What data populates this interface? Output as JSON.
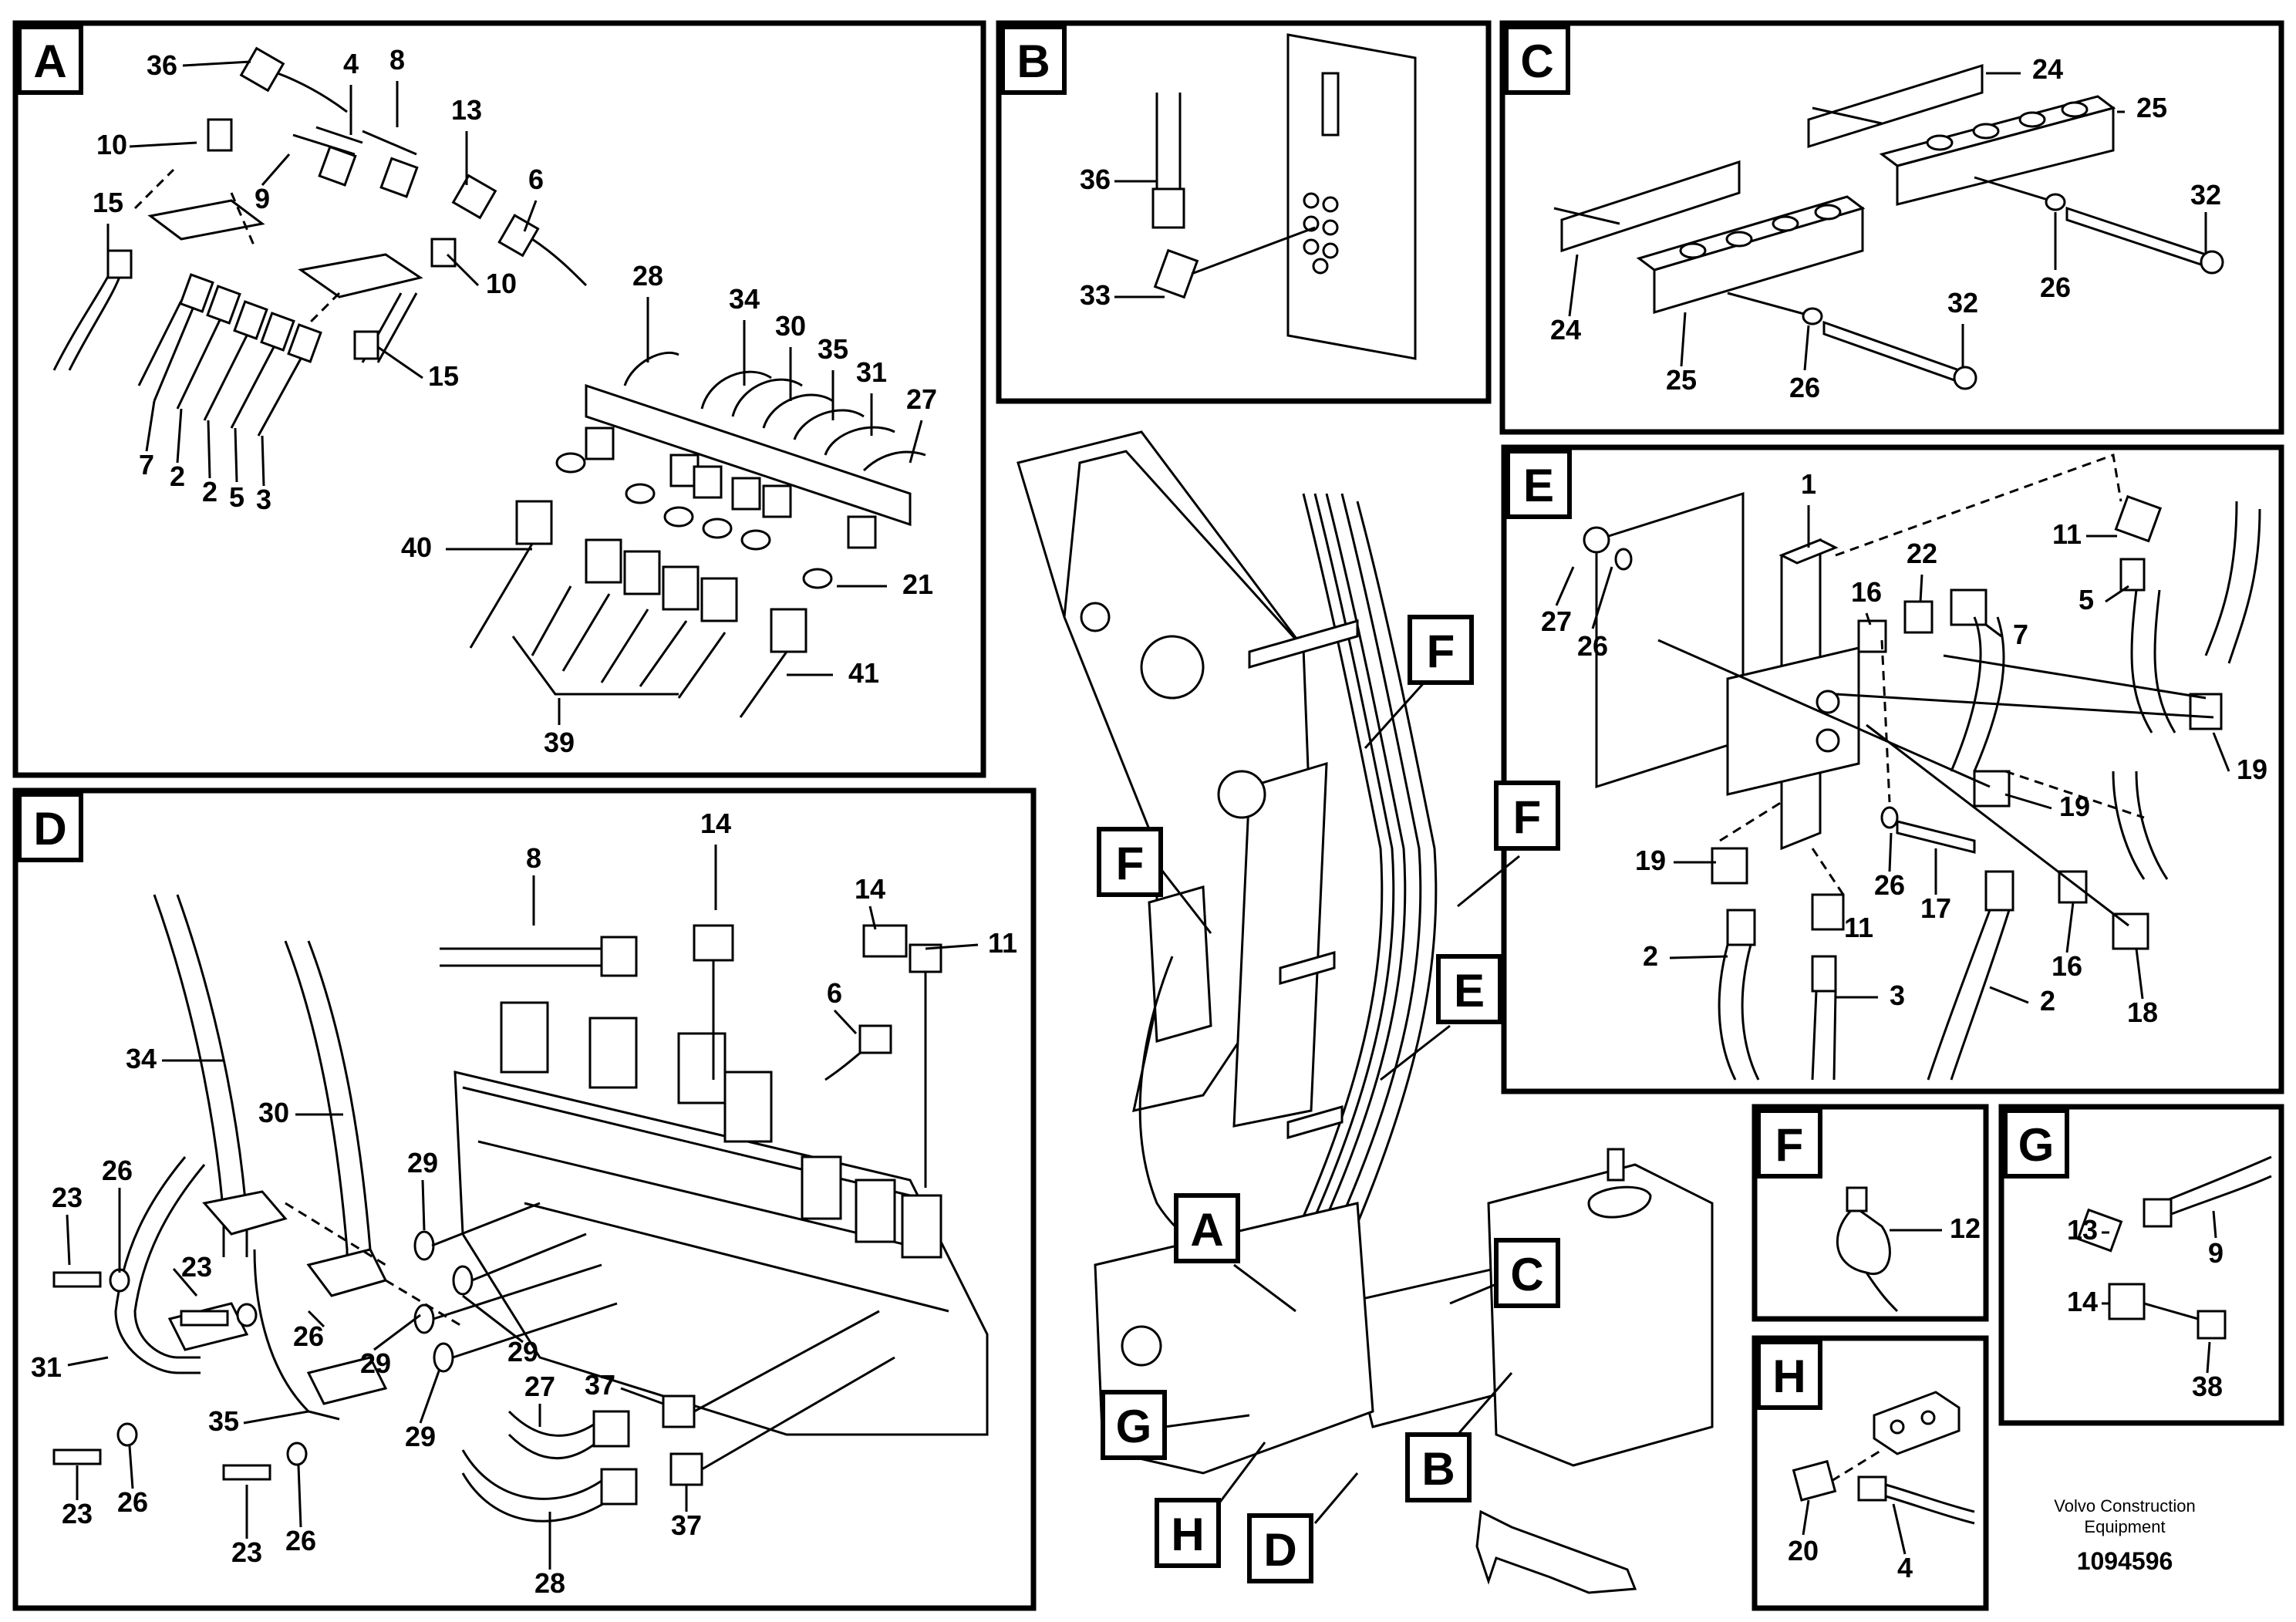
{
  "panels": {
    "A": {
      "tab": "A",
      "labels": [
        "36",
        "4",
        "8",
        "10",
        "9",
        "13",
        "6",
        "15",
        "10",
        "15",
        "7",
        "2",
        "2",
        "5",
        "3",
        "28",
        "34",
        "30",
        "35",
        "31",
        "27",
        "40",
        "21",
        "41",
        "39"
      ]
    },
    "B": {
      "tab": "B",
      "labels": [
        "36",
        "33"
      ]
    },
    "C": {
      "tab": "C",
      "labels": [
        "24",
        "25",
        "32",
        "26",
        "24",
        "25",
        "26",
        "32"
      ]
    },
    "D": {
      "tab": "D",
      "labels": [
        "8",
        "14",
        "14",
        "11",
        "6",
        "34",
        "30",
        "29",
        "23",
        "26",
        "23",
        "26",
        "31",
        "29",
        "29",
        "29",
        "35",
        "27",
        "37",
        "23",
        "26",
        "23",
        "26",
        "28",
        "37"
      ]
    },
    "E": {
      "tab": "E",
      "labels": [
        "1",
        "11",
        "22",
        "16",
        "27",
        "26",
        "5",
        "7",
        "19",
        "19",
        "19",
        "26",
        "17",
        "11",
        "16",
        "2",
        "3",
        "2",
        "18"
      ]
    },
    "F": {
      "tab": "F",
      "labels": [
        "12"
      ]
    },
    "G": {
      "tab": "G",
      "labels": [
        "13",
        "9",
        "14",
        "38"
      ]
    },
    "H": {
      "tab": "H",
      "labels": [
        "20",
        "4"
      ]
    }
  },
  "overview": {
    "callouts": [
      "F",
      "F",
      "F",
      "E",
      "A",
      "C",
      "G",
      "H",
      "B",
      "D"
    ]
  },
  "footer": {
    "line1": "Volvo Construction",
    "line2": "Equipment",
    "id": "1094596"
  }
}
